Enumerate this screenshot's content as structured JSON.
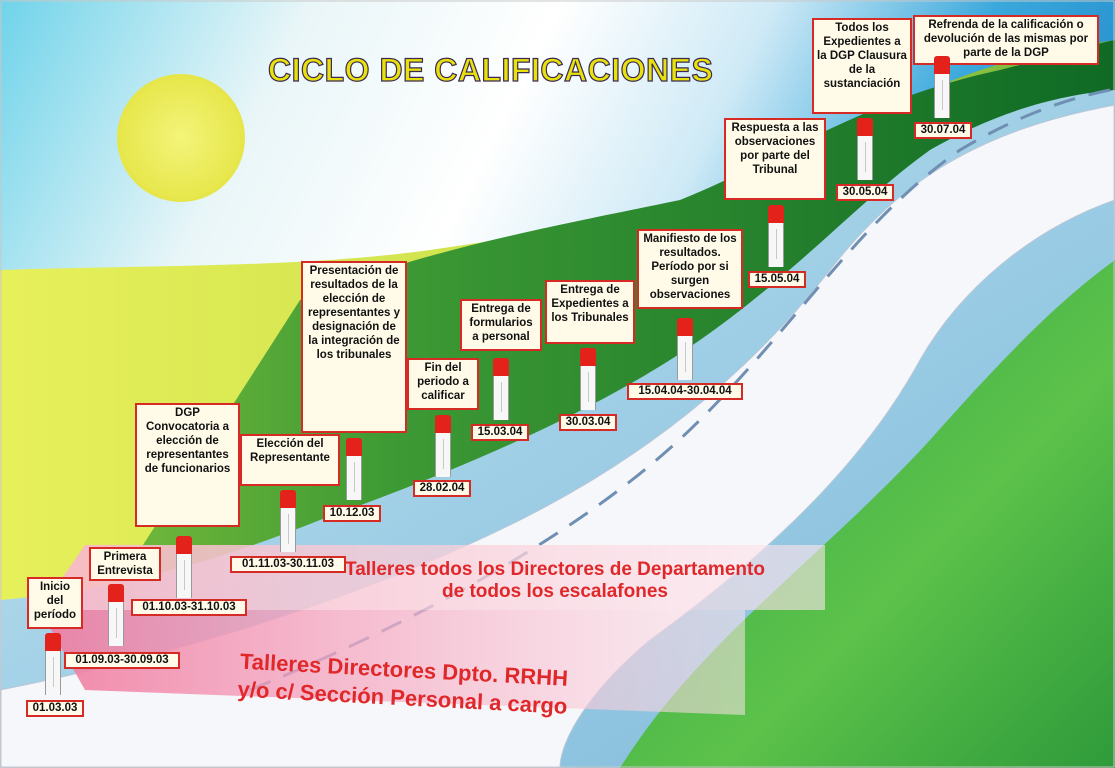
{
  "title": "CICLO DE CALIFICACIONES",
  "colors": {
    "accent_red": "#d62b25",
    "title_yellow": "#e8e20a",
    "sun": "#eeee55",
    "green_dark": "#1f7a2a",
    "green_light": "#8ecb3e",
    "sky_blue": "#2aa6dc",
    "label_bg": "#fffbe8"
  },
  "milestones": [
    {
      "label": "Inicio del período",
      "date": "01.03.03"
    },
    {
      "label": "Primera Entrevista",
      "date": "01.09.03-30.09.03"
    },
    {
      "label": "DGP Convocatoria a elección de representantes de funcionarios",
      "date": "01.10.03-31.10.03"
    },
    {
      "label": "Elección del Representante",
      "date": "01.11.03-30.11.03"
    },
    {
      "label": "Presentación de resultados de la elección de representantes y designación de la integración de los tribunales",
      "date": "10.12.03"
    },
    {
      "label": "Fin del periodo a calificar",
      "date": "28.02.04"
    },
    {
      "label": "Entrega de formularios a personal",
      "date": "15.03.04"
    },
    {
      "label": "Entrega de Expedientes a los Tribunales",
      "date": "30.03.04"
    },
    {
      "label": "Manifiesto de los resultados. Período por si surgen observaciones",
      "date": "15.04.04-30.04.04"
    },
    {
      "label": "Respuesta a las observaciones por parte del Tribunal",
      "date": "15.05.04"
    },
    {
      "label": "Todos los Expedientes a la DGP Clausura de la sustanciación",
      "date": "30.05.04"
    },
    {
      "label": "Refrenda de la calificación o devolución de las mismas por parte de la DGP",
      "date": "30.07.04"
    }
  ],
  "bands": {
    "upper_line1": "Talleres todos los Directores de Departamento",
    "upper_line2": "de todos los escalafones",
    "lower_line1": "Talleres Directores Dpto. RRHH",
    "lower_line2": "y/o c/ Sección Personal a cargo"
  }
}
